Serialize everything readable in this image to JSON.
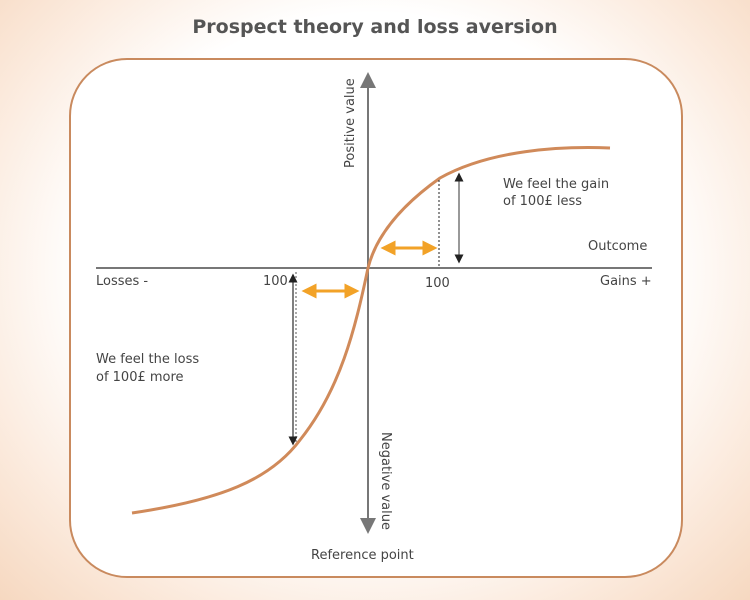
{
  "title": "Prospect theory and loss aversion",
  "labels": {
    "positive_value": "Positive value",
    "negative_value": "Negative value",
    "outcome": "Outcome",
    "losses": "Losses -",
    "gains": "Gains +",
    "reference_point": "Reference point",
    "tick_loss": "100",
    "tick_gain": "100",
    "gain_note_1": "We feel the gain",
    "gain_note_2": "of 100£ less",
    "loss_note_1": "We feel the loss",
    "loss_note_2": "of 100£ more"
  },
  "colors": {
    "curve": "#d08a5a",
    "axis": "#777777",
    "arrow": "#f2a227",
    "border": "#c98a5e"
  }
}
